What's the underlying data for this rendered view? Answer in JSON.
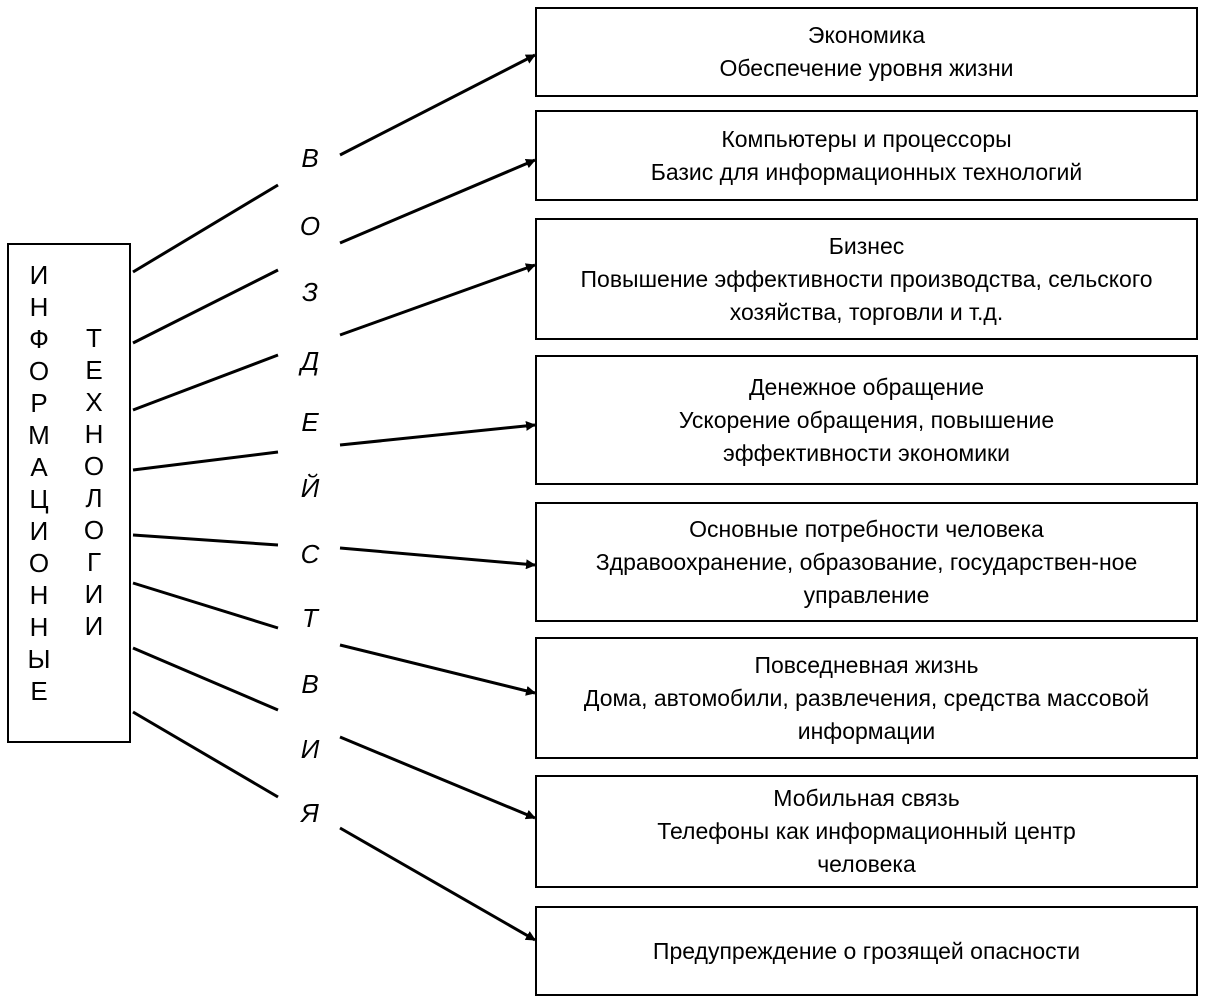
{
  "source": {
    "column1": [
      "И",
      "Н",
      "Ф",
      "О",
      "Р",
      "М",
      "А",
      "Ц",
      "И",
      "О",
      "Н",
      "Н",
      "Ы",
      "Е"
    ],
    "column2": [
      "Т",
      "Е",
      "Х",
      "Н",
      "О",
      "Л",
      "О",
      "Г",
      "И",
      "И"
    ]
  },
  "middle_word": [
    "В",
    "О",
    "З",
    "Д",
    "Е",
    "Й",
    "С",
    "Т",
    "В",
    "И",
    "Я"
  ],
  "targets": [
    {
      "title": "Экономика",
      "description": "Обеспечение уровня жизни"
    },
    {
      "title": "Компьютеры и процессоры",
      "description": "Базис для информационных технологий"
    },
    {
      "title": "Бизнес",
      "description": "Повышение эффективности производства, сельского хозяйства, торговли и т.д."
    },
    {
      "title": "Денежное обращение",
      "description": "Ускорение обращения, повышение эффективности экономики"
    },
    {
      "title": "Основные потребности человека",
      "description": "Здравоохранение, образование, государствен-ное управление"
    },
    {
      "title": "Повседневная жизнь",
      "description": "Дома, автомобили, развлечения, средства массовой информации"
    },
    {
      "title": "Мобильная связь",
      "description": "Телефоны как информационный центр человека"
    },
    {
      "title": "Предупреждение о грозящей опасности",
      "description": ""
    }
  ]
}
